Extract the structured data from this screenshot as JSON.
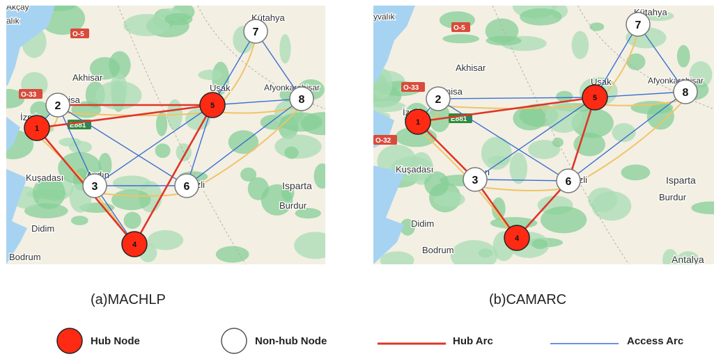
{
  "colors": {
    "hub": "#ff2a14",
    "hub_stroke": "#222222",
    "nonhub_fill": "#ffffff",
    "nonhub_stroke": "#777777",
    "hub_arc": "#e03428",
    "access_arc": "#3a6fd0",
    "map_bg": "#f3efe3",
    "map_green": "#a9dcb4",
    "map_green_dark": "#86cf97",
    "sea": "#a7d3f2",
    "road": "#f2c366",
    "border": "#b8b0a0"
  },
  "panels": [
    {
      "caption": "(a)MACHLP",
      "place_labels": [
        "Akçay",
        "alık",
        "Akhisar",
        "Kütahya",
        "Afyonkarahisar",
        "Kuşadası",
        "Isparta",
        "Burdur",
        "Didim",
        "Bodrum",
        "Denizli",
        "Aydın",
        "Manisa",
        "İzmir",
        "Uşak"
      ],
      "road_badges": [
        "O-5",
        "O-33",
        "E881"
      ],
      "nodes": [
        {
          "id": "1",
          "hub": true
        },
        {
          "id": "2",
          "hub": false
        },
        {
          "id": "3",
          "hub": false
        },
        {
          "id": "4",
          "hub": true
        },
        {
          "id": "5",
          "hub": true
        },
        {
          "id": "6",
          "hub": false
        },
        {
          "id": "7",
          "hub": false
        },
        {
          "id": "8",
          "hub": false
        }
      ],
      "hub_arcs": [
        [
          "1",
          "5"
        ],
        [
          "1",
          "4"
        ],
        [
          "4",
          "5"
        ],
        [
          "2",
          "5"
        ]
      ],
      "access_arcs": [
        [
          "2",
          "3"
        ],
        [
          "2",
          "6"
        ],
        [
          "3",
          "5"
        ],
        [
          "3",
          "6"
        ],
        [
          "3",
          "4"
        ],
        [
          "5",
          "7"
        ],
        [
          "7",
          "8"
        ],
        [
          "5",
          "8"
        ],
        [
          "6",
          "8"
        ],
        [
          "5",
          "6"
        ],
        [
          "1",
          "2"
        ]
      ]
    },
    {
      "caption": "(b)CAMARC",
      "place_labels": [
        "yvalık",
        "Akhisar",
        "Kütahya",
        "Afyonkarahisar",
        "Kuşadası",
        "Isparta",
        "Burdur",
        "Didim",
        "Bodrum",
        "Antalya",
        "Denizli",
        "Aydın",
        "Manisa",
        "İzmir",
        "Uşak"
      ],
      "road_badges": [
        "O-5",
        "O-33",
        "O-32",
        "E881"
      ],
      "nodes": [
        {
          "id": "1",
          "hub": true
        },
        {
          "id": "2",
          "hub": false
        },
        {
          "id": "3",
          "hub": false
        },
        {
          "id": "4",
          "hub": true
        },
        {
          "id": "5",
          "hub": true
        },
        {
          "id": "6",
          "hub": false
        },
        {
          "id": "7",
          "hub": false
        },
        {
          "id": "8",
          "hub": false
        }
      ],
      "hub_arcs": [
        [
          "1",
          "5"
        ],
        [
          "1",
          "3"
        ],
        [
          "3",
          "4"
        ],
        [
          "4",
          "6"
        ],
        [
          "5",
          "6"
        ]
      ],
      "access_arcs": [
        [
          "2",
          "5"
        ],
        [
          "2",
          "6"
        ],
        [
          "3",
          "5"
        ],
        [
          "3",
          "6"
        ],
        [
          "5",
          "7"
        ],
        [
          "7",
          "8"
        ],
        [
          "5",
          "8"
        ],
        [
          "6",
          "8"
        ],
        [
          "1",
          "2"
        ]
      ]
    }
  ],
  "legend": {
    "hub_node": "Hub Node",
    "nonhub_node": "Non-hub Node",
    "hub_arc": "Hub Arc",
    "access_arc": "Access Arc"
  }
}
